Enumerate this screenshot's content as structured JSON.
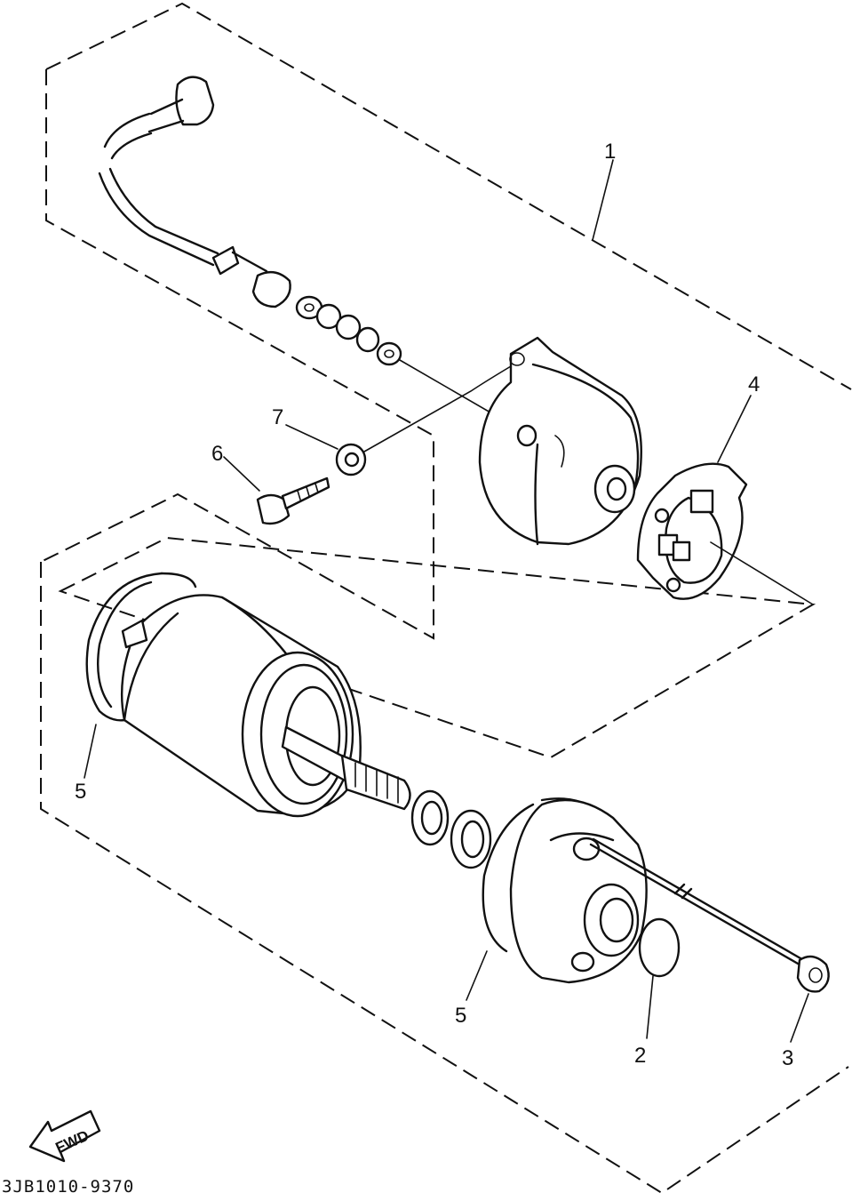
{
  "diagram": {
    "part_labels": [
      {
        "id": "1",
        "text": "1"
      },
      {
        "id": "2",
        "text": "2"
      },
      {
        "id": "3",
        "text": "3"
      },
      {
        "id": "4",
        "text": "4"
      },
      {
        "id": "5a",
        "text": "5"
      },
      {
        "id": "5b",
        "text": "5"
      },
      {
        "id": "6",
        "text": "6"
      },
      {
        "id": "7",
        "text": "7"
      }
    ],
    "direction_label": "FWD",
    "drawing_code": "3JB1010-9370"
  }
}
